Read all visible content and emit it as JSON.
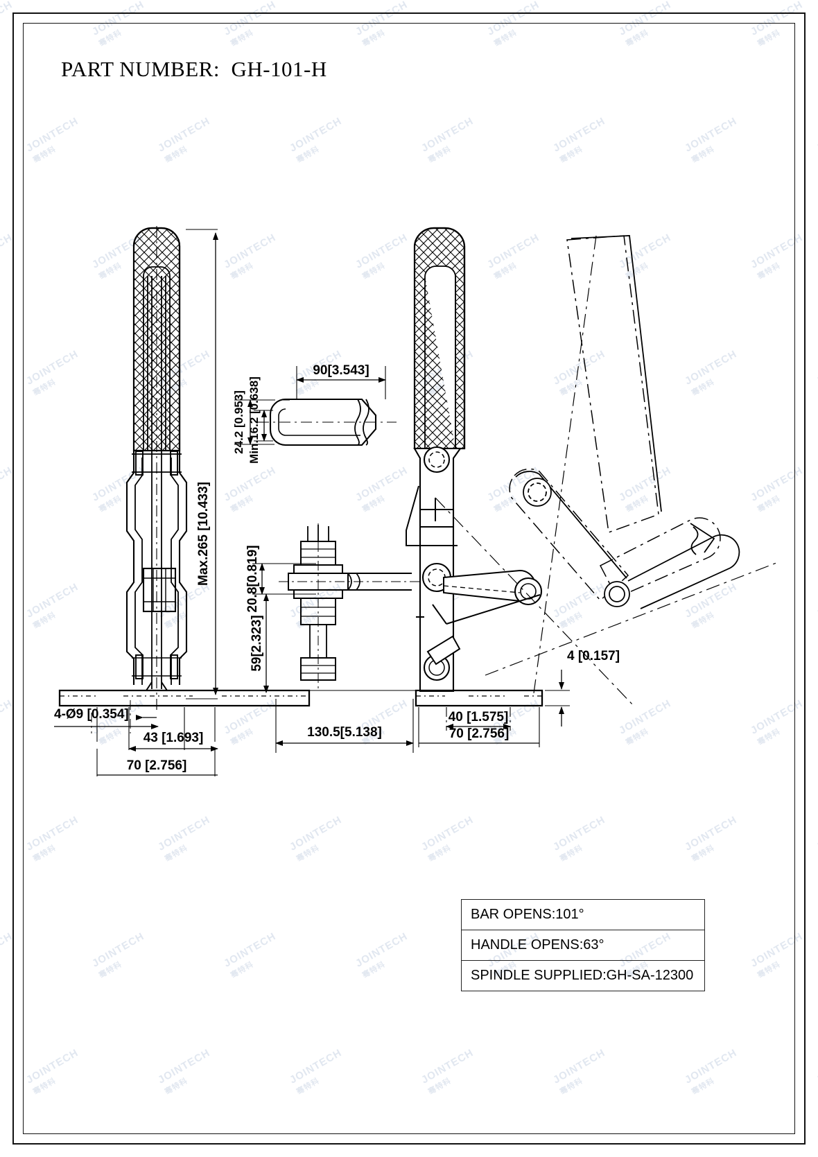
{
  "sheet": {
    "title_label": "PART NUMBER:  GH-101-H",
    "watermark_en": "JOINTECH",
    "watermark_cn": "骞特科"
  },
  "spec_table": {
    "rows": [
      {
        "label": "BAR OPENS:101°"
      },
      {
        "label": "HANDLE OPENS:63°"
      },
      {
        "label": "SPINDLE SUPPLIED:GH-SA-12300"
      }
    ]
  },
  "dimensions": {
    "front_height": "Max.265 [10.433]",
    "hole_callout": "4-Ø9 [0.354]",
    "base_slot_width": "43 [1.693]",
    "base_width_front": "70 [2.756]",
    "spindle_length": "90[3.543]",
    "spindle_head_height": "24.2 [0.953]",
    "spindle_min_height": "Min.16.2 [0.638]",
    "bar_height": "20.8[0.819]",
    "pivot_height": "59[2.323]",
    "overall_length": "130.5[5.138]",
    "base_hole_spacing": "40 [1.575]",
    "base_width_side": "70 [2.756]",
    "base_thickness": "4 [0.157]"
  },
  "chart_data": {
    "type": "table",
    "title": "PART NUMBER:  GH-101-H",
    "categories": [
      "BAR OPENS",
      "HANDLE OPENS",
      "SPINDLE SUPPLIED"
    ],
    "values": [
      "101°",
      "63°",
      "GH-SA-12300"
    ]
  }
}
